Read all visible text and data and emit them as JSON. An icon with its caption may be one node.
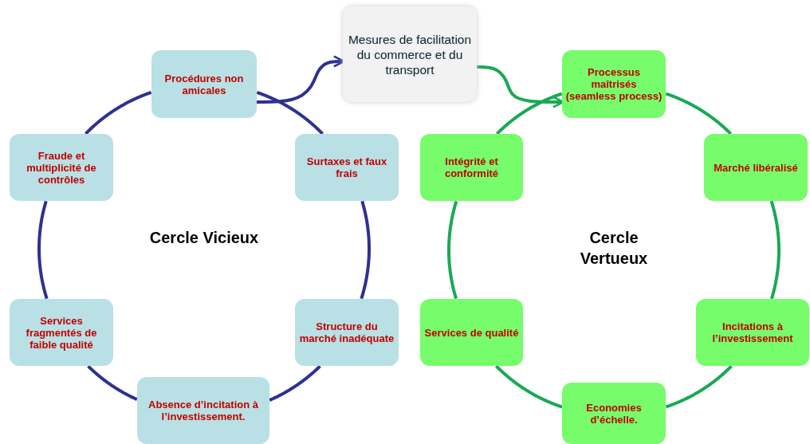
{
  "diagram": {
    "nodes": [
      {
        "text": [
          "Procédures non amicales"
        ]
      },
      {
        "text": [
          "Surtaxes et faux frais"
        ]
      },
      {
        "text": [
          "Structure du marché inadéquate"
        ]
      },
      {
        "text": [
          "Absence d’incitation à l’investissement."
        ]
      },
      {
        "text": [
          "Services fragmentés de faible qualité"
        ]
      },
      {
        "text": [
          "Fraude et multiplicité de contrôles"
        ]
      },
      {
        "text": [
          "Mesures de facilitation du commerce et du transport"
        ]
      },
      {
        "text": [
          "Processus maîtrisés (seamless process)"
        ]
      },
      {
        "text": [
          "Marché libéralisé"
        ]
      },
      {
        "text": [
          "Incitations à l’investissement"
        ]
      },
      {
        "text": [
          "Economies d’échelle."
        ]
      },
      {
        "text": [
          "Services de qualité"
        ]
      },
      {
        "text": [
          "Intégrité et conformité"
        ]
      }
    ],
    "edges": [
      {
        "from": 0,
        "to": 1,
        "arrow": "none",
        "color": "#2e3192"
      },
      {
        "from": 1,
        "to": 2,
        "arrow": "none",
        "color": "#2e3192"
      },
      {
        "from": 2,
        "to": 3,
        "arrow": "none",
        "color": "#2e3192"
      },
      {
        "from": 3,
        "to": 4,
        "arrow": "none",
        "color": "#2e3192"
      },
      {
        "from": 4,
        "to": 5,
        "arrow": "none",
        "color": "#2e3192"
      },
      {
        "from": 5,
        "to": 0,
        "arrow": "none",
        "color": "#2e3192"
      },
      {
        "from": 0,
        "to": 6,
        "arrow": "to",
        "color": "#2e3192"
      },
      {
        "from": 6,
        "to": 7,
        "arrow": "to",
        "color": "#19a954"
      },
      {
        "from": 7,
        "to": 8,
        "arrow": "none",
        "color": "#19a954"
      },
      {
        "from": 8,
        "to": 9,
        "arrow": "none",
        "color": "#19a954"
      },
      {
        "from": 9,
        "to": 10,
        "arrow": "none",
        "color": "#19a954"
      },
      {
        "from": 10,
        "to": 11,
        "arrow": "none",
        "color": "#19a954"
      },
      {
        "from": 11,
        "to": 12,
        "arrow": "none",
        "color": "#19a954"
      },
      {
        "from": 12,
        "to": 7,
        "arrow": "none",
        "color": "#19a954"
      }
    ],
    "labels": [
      "Cercle Vicieux",
      "Cercle Vertueux"
    ]
  }
}
